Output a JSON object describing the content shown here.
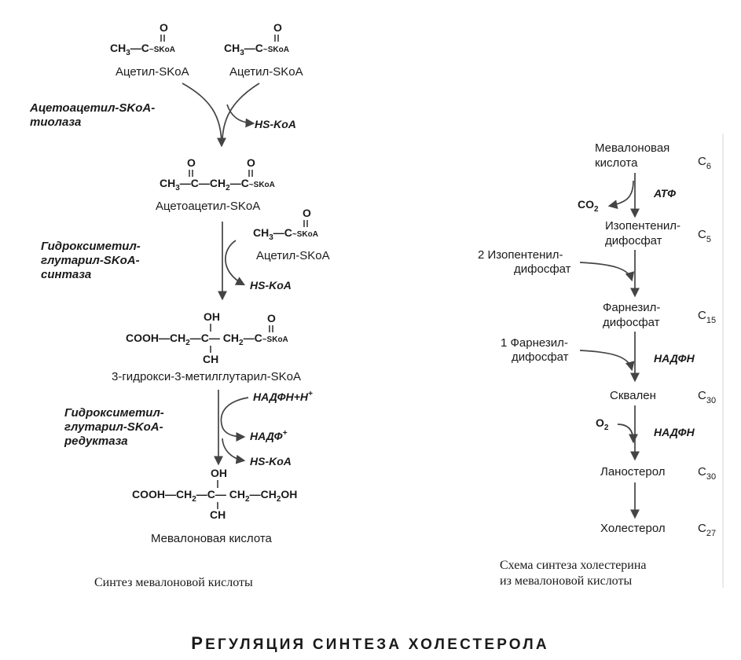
{
  "left_scheme": {
    "acetyl_formula": {
      "ch3": "CH",
      "ch3_sub": "3",
      "bond": "—C",
      "oxygen": "O",
      "sko": "~SKoA"
    },
    "acetyl_name": "Ацетил-SKoA",
    "enzyme_thiolase": [
      "Ацетоацетил-SKoA-",
      "тиолаза"
    ],
    "hs_koa": "HS-KoA",
    "acetoacetyl_formula": {
      "ch3": "CH",
      "ch3_sub": "3",
      "c1": "—C—CH",
      "ch2_sub": "2",
      "c2": "—C",
      "oxygen": "O",
      "sko": "~SKoA"
    },
    "acetoacetyl_name": "Ацетоацетил-SKoA",
    "enzyme_synthase": [
      "Гидроксиметил-",
      "глутарил-SKoA-",
      "синтаза"
    ],
    "hmg_formula": {
      "cooh": "COOH—CH",
      "sub2": "2",
      "c": "—C— CH",
      "c2": "—C",
      "oxygen": "O",
      "oh": "OH",
      "ch3": "CH",
      "sko": "~SKoA"
    },
    "hmg_name": "3-гидрокси-3-метилглутарил-SKoA",
    "nadph_h": "НАДФН+Н",
    "plus": "+",
    "enzyme_reductase": [
      "Гидроксиметил-",
      "глутарил-SKoA-",
      "редуктаза"
    ],
    "nadp": "НАДФ",
    "mevalonate_formula": {
      "cooh": "COOH—CH",
      "sub2": "2",
      "c": "—C— CH",
      "ch2oh": "—CH",
      "oh_end": "OH",
      "oh": "OH",
      "ch3": "CH"
    },
    "mevalonate_name": "Мевалоновая кислота",
    "caption": "Синтез мевалоновой кислоты"
  },
  "right_scheme": {
    "mevalonic": [
      "Мевалоновая",
      "кислота"
    ],
    "c6": "C",
    "c6_sub": "6",
    "atp": "АТФ",
    "co2": "CO",
    "co2_sub": "2",
    "ipp": [
      "Изопентенил-",
      "дифосфат"
    ],
    "c5": "C",
    "c5_sub": "5",
    "ipp2": [
      "2 Изопентенил-",
      "дифосфат"
    ],
    "fpp": [
      "Фарнезил-",
      "дифосфат"
    ],
    "c15": "C",
    "c15_sub": "15",
    "fpp1": [
      "1 Фарнезил-",
      "дифосфат"
    ],
    "nadph": "НАДФН",
    "squalene": "Сквален",
    "c30": "C",
    "c30_sub": "30",
    "o2": "O",
    "o2_sub": "2",
    "lanosterol": "Ланостерол",
    "cholesterol": "Холестерол",
    "c27": "C",
    "c27_sub": "27",
    "caption": [
      "Схема синтеза холестерина",
      "из мевалоновой кислоты"
    ]
  },
  "section_title": "Регуляция синтеза холестерола"
}
